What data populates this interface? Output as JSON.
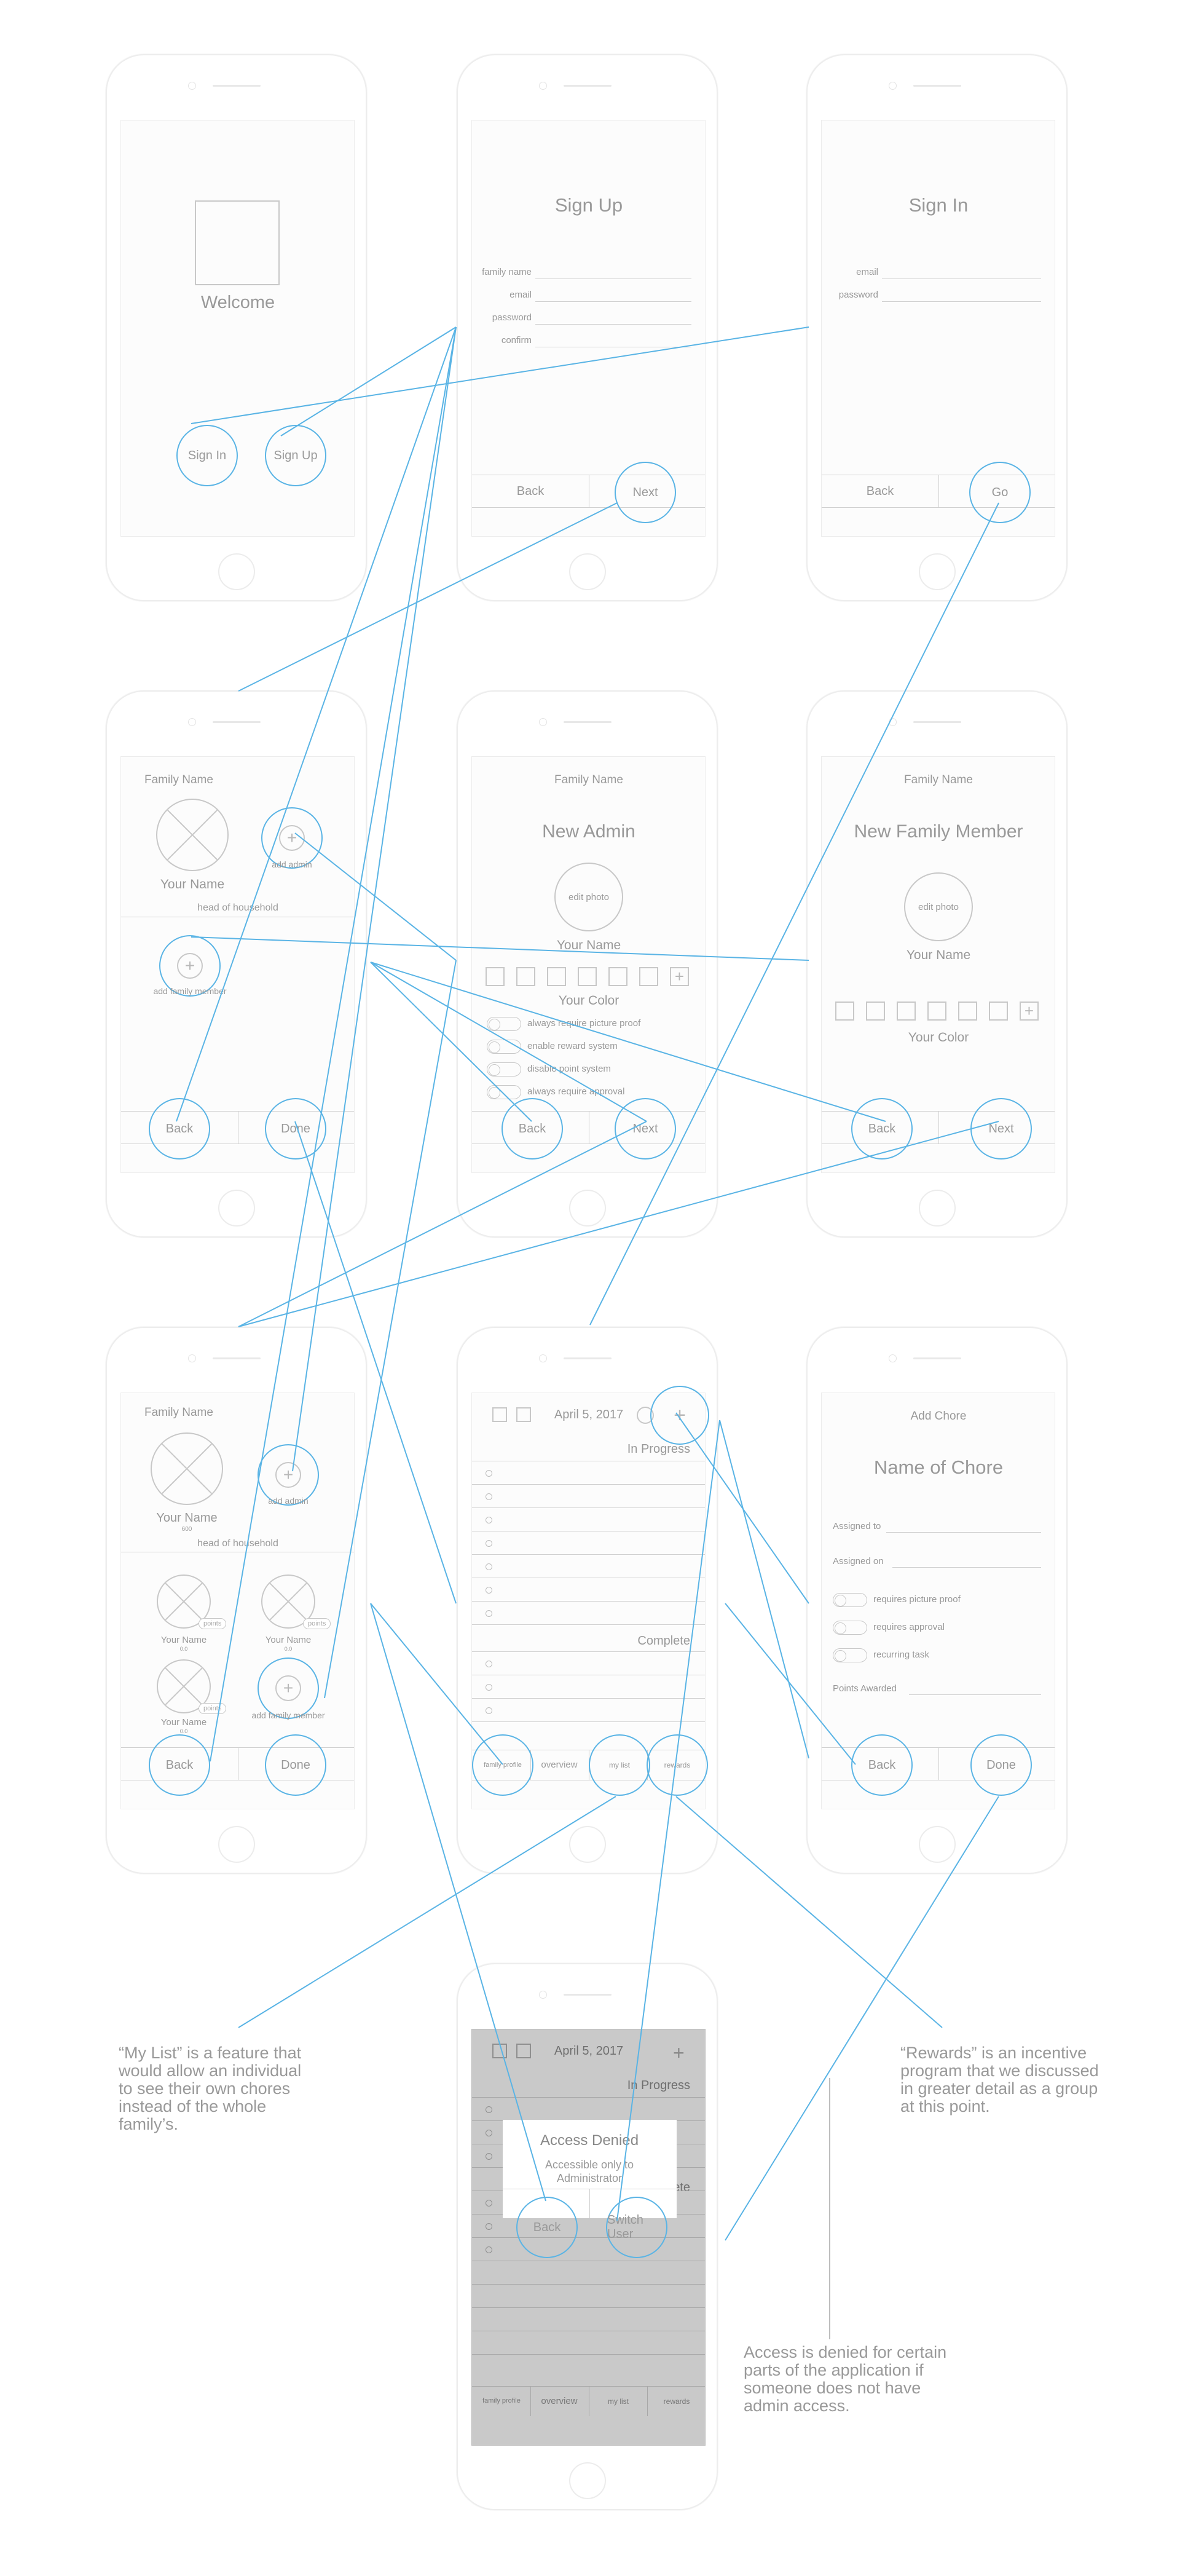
{
  "welcome": {
    "title": "Welcome",
    "sign_in": "Sign In",
    "sign_up": "Sign Up"
  },
  "signup": {
    "title": "Sign Up",
    "fields": [
      "family name",
      "email",
      "password",
      "confirm"
    ],
    "back": "Back",
    "next": "Next"
  },
  "signin": {
    "title": "Sign In",
    "fields": [
      "email",
      "password"
    ],
    "back": "Back",
    "go": "Go"
  },
  "family1": {
    "family_name": "Family Name",
    "your_name": "Your Name",
    "add_admin": "add admin",
    "head": "head of household",
    "add_member": "add family member",
    "back": "Back",
    "done": "Done"
  },
  "new_admin": {
    "family_name": "Family Name",
    "title": "New Admin",
    "edit_photo": "edit photo",
    "your_name": "Your Name",
    "your_color": "Your Color",
    "toggles": [
      "always require picture proof",
      "enable reward system",
      "disable point system",
      "always require approval"
    ],
    "back": "Back",
    "next": "Next"
  },
  "new_member": {
    "family_name": "Family Name",
    "title": "New Family Member",
    "edit_photo": "edit photo",
    "your_name": "Your Name",
    "your_color": "Your Color",
    "back": "Back",
    "next": "Next"
  },
  "family2": {
    "family_name": "Family Name",
    "your_name": "Your Name",
    "sub": "600",
    "add_admin": "add admin",
    "head": "head of household",
    "member_name": "Your Name",
    "member_sub": "0.0",
    "points": "points",
    "add_member": "add family member",
    "back": "Back",
    "done": "Done"
  },
  "overview": {
    "date": "April 5, 2017",
    "in_progress": "In Progress",
    "complete": "Complete",
    "tabs": [
      "family profile",
      "overview",
      "my list",
      "rewards"
    ]
  },
  "add_chore": {
    "header": "Add Chore",
    "title": "Name of Chore",
    "assigned_to": "Assigned to",
    "assigned_on": "Assigned on",
    "toggles": [
      "requires picture proof",
      "requires approval",
      "recurring task"
    ],
    "points": "Points Awarded",
    "back": "Back",
    "done": "Done"
  },
  "denied": {
    "date": "April 5, 2017",
    "in_progress": "In Progress",
    "complete_frag": "ete",
    "title": "Access Denied",
    "msg1": "Accessible only to",
    "msg2": "Administrator",
    "back": "Back",
    "switch": "Switch User",
    "tabs": [
      "family profile",
      "overview",
      "my list",
      "rewards"
    ]
  },
  "notes": {
    "mylist": [
      "“My List” is a feature that",
      "would allow an individual",
      "to see their own chores",
      "instead of the whole",
      "family’s."
    ],
    "rewards": [
      "“Rewards” is an incentive",
      "program that we discussed",
      "in greater detail as a group",
      "at this point."
    ],
    "access": [
      "Access is denied for certain",
      "parts of the application if",
      "someone does not have",
      "admin access."
    ]
  },
  "colors": {
    "connector": "#5ab4e5",
    "wire": "#c8c8c8",
    "text": "#999999",
    "dim": "#b3b3b3"
  }
}
